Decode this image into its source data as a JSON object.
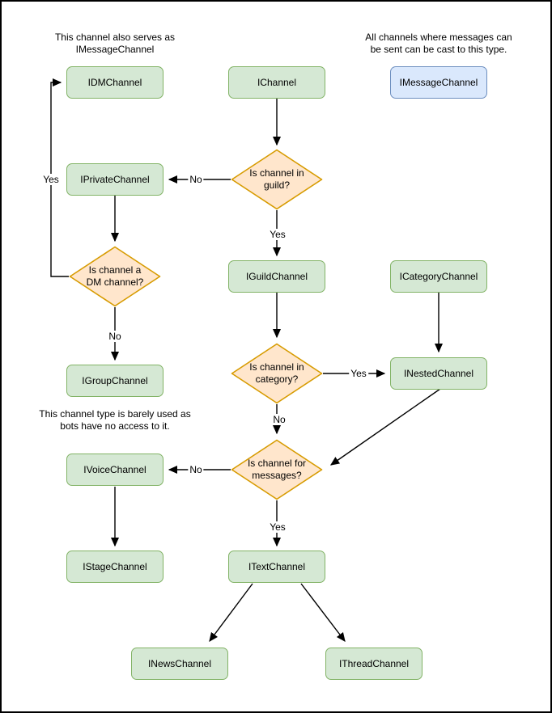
{
  "diagram": {
    "annotations": {
      "dm_note": "This channel also serves as\nIMessageChannel",
      "message_note": "All channels where messages can\nbe sent can be cast to this type.",
      "group_note": "This channel type is barely used as\nbots have no access to it."
    },
    "nodes": {
      "idm_channel": "IDMChannel",
      "i_channel": "IChannel",
      "imessage_channel": "IMessageChannel",
      "iprivate_channel": "IPrivateChannel",
      "iguild_channel": "IGuildChannel",
      "icategory_channel": "ICategoryChannel",
      "igroup_channel": "IGroupChannel",
      "inested_channel": "INestedChannel",
      "ivoice_channel": "IVoiceChannel",
      "istage_channel": "IStageChannel",
      "itext_channel": "ITextChannel",
      "inews_channel": "INewsChannel",
      "ithread_channel": "IThreadChannel"
    },
    "decisions": {
      "in_guild": "Is channel in\nguild?",
      "is_dm": "Is channel a\nDM channel?",
      "in_category": "Is channel in\ncategory?",
      "for_messages": "Is channel for\nmessages?"
    },
    "edge_labels": {
      "guild_no": "No",
      "guild_yes": "Yes",
      "dm_yes": "Yes",
      "dm_no": "No",
      "category_yes": "Yes",
      "category_no": "No",
      "messages_no": "No",
      "messages_yes": "Yes"
    }
  },
  "colors": {
    "node_fill": "#d5e8d4",
    "node_stroke": "#82b366",
    "cast_fill": "#dae8fc",
    "cast_stroke": "#6c8ebf",
    "decision_fill": "#ffe6cc",
    "decision_stroke": "#d79b00",
    "edge_color": "#000000"
  }
}
